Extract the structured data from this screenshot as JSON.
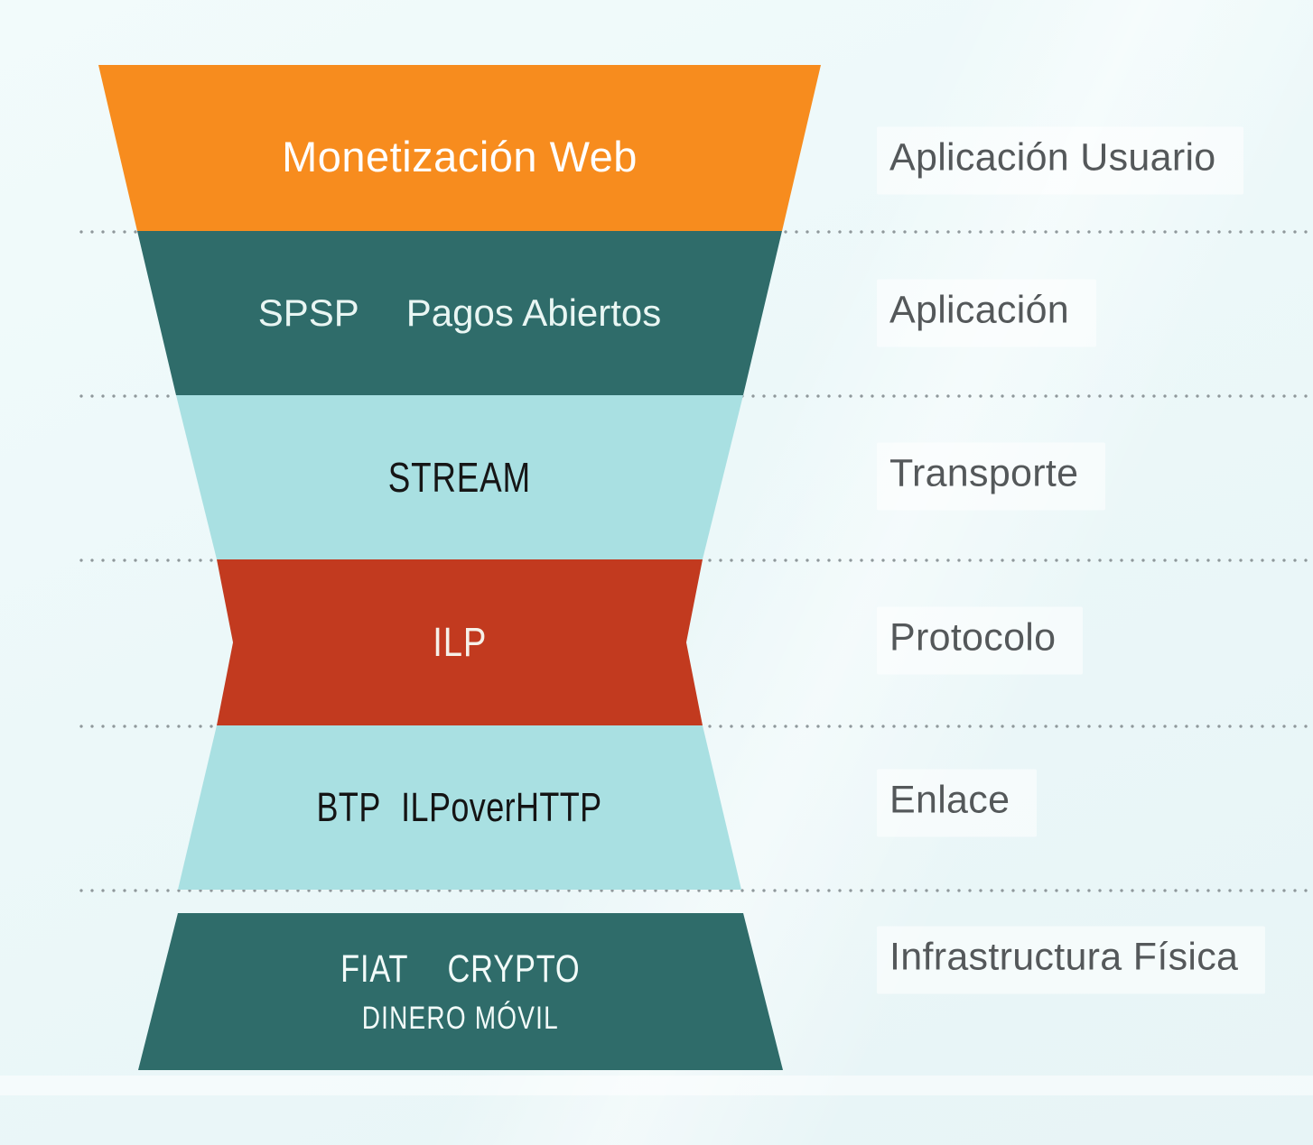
{
  "diagram": {
    "type": "protocol-stack-funnel",
    "colors": {
      "orange": "#F78C1E",
      "teal_dark": "#2F6C6A",
      "teal_light": "#A9E0E2",
      "red": "#C23A1F",
      "side_label_text": "#54585A",
      "dotted_line": "#8F989B",
      "background": "#ECF8F9"
    },
    "funnel_layers": [
      {
        "name": "monetizacion-web",
        "items": [
          "Monetización Web"
        ],
        "side_label": "Aplicación Usuario",
        "color": "#F78C1E",
        "text_color": "#FFFFFF"
      },
      {
        "name": "spsp-pagos-abiertos",
        "items": [
          "SPSP",
          "Pagos Abiertos"
        ],
        "side_label": "Aplicación",
        "color": "#2F6C6A",
        "text_color": "#E9F6F3"
      },
      {
        "name": "stream",
        "items": [
          "STREAM"
        ],
        "side_label": "Transporte",
        "color": "#A9E0E2",
        "text_color": "#161616"
      },
      {
        "name": "ilp",
        "items": [
          "ILP"
        ],
        "side_label": "Protocolo",
        "color": "#C23A1F",
        "text_color": "#F6F1E9"
      },
      {
        "name": "btp-ilpoverhttp",
        "items": [
          "BTP",
          "ILPoverHTTP"
        ],
        "side_label": "Enlace",
        "color": "#A9E0E2",
        "text_color": "#141414"
      },
      {
        "name": "infraestructura-fisica",
        "items": [
          "FIAT",
          "CRYPTO"
        ],
        "items_line2": [
          "DINERO MÓVIL"
        ],
        "side_label": "Infrastructura Física",
        "color": "#2F6C6A",
        "text_color": "#F2FBF9"
      }
    ],
    "separator_count": 5
  }
}
